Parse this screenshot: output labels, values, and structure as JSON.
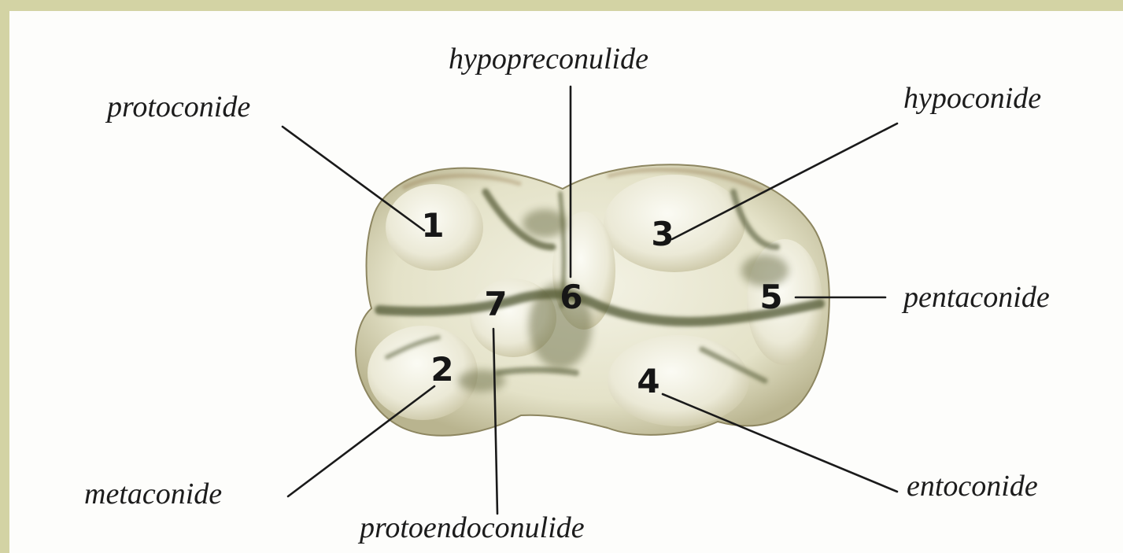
{
  "diagram": {
    "labels": {
      "hypopreconulide": "hypopreconulide",
      "protoconide": "protoconide",
      "hypoconide": "hypoconide",
      "pentaconide": "pentaconide",
      "metaconide": "metaconide",
      "entoconide": "entoconide",
      "protoendoconulide": "protoendoconulide"
    },
    "cusp_numbers": {
      "protoconide": "1",
      "metaconide": "2",
      "hypoconide": "3",
      "entoconide": "4",
      "pentaconide": "5",
      "hypopreconulide": "6",
      "protoendoconulide": "7"
    },
    "colors": {
      "frame": "#d3d3a4",
      "background": "#fdfdfb",
      "enamel": "#ecebd8",
      "fissure": "#4f5530",
      "text": "#1c1c1c"
    }
  }
}
